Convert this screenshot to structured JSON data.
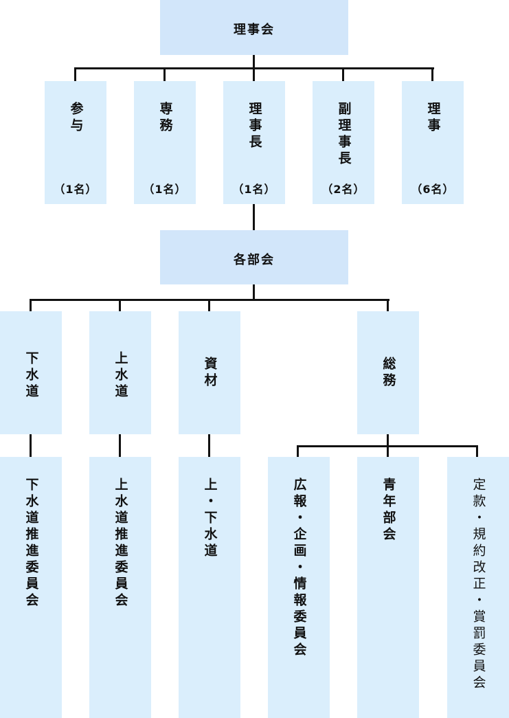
{
  "board": {
    "title": "理事会",
    "members": [
      {
        "title": "参与",
        "count": "（1名）"
      },
      {
        "title": "専務",
        "count": "（1名）"
      },
      {
        "title": "理事長",
        "count": "（1名）"
      },
      {
        "title": "副理事長",
        "count": "（2名）"
      },
      {
        "title": "理事",
        "count": "（6名）"
      }
    ]
  },
  "sections": {
    "title": "各部会",
    "items": [
      "下水道",
      "上水道",
      "資材",
      "総務"
    ]
  },
  "committees": [
    "下水道推進委員会",
    "上水道推進委員会",
    "上・下水道",
    "広報・企画・情報委員会",
    "青年部会",
    "定款・規約改正・賞罰委員会"
  ],
  "colors": {
    "header_box": "#d2e6fa",
    "node_box": "#daeefc",
    "connector": "#111111"
  }
}
